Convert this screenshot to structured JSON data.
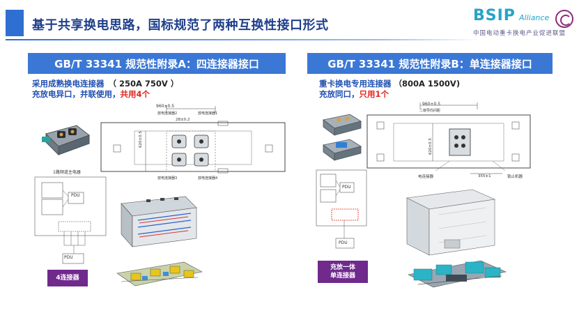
{
  "header": {
    "title": "基于共享换电思路，国标规范了两种互换性接口形式"
  },
  "logo": {
    "wordmark": "BSIP",
    "suffix": "Alliance",
    "org_name": "中国电动重卡换电产业促进联盟"
  },
  "panel_a": {
    "heading": "GB/T 33341 规范性附录A：四连接器接口",
    "line1_prefix": "采用成熟换电连接器",
    "line1_spec": "（ 250A 750V ）",
    "line2_prefix": "充放电异口，并联使用，",
    "line2_highlight": "共用4个",
    "drawing": {
      "dim_top": "960±0.5",
      "dim_inner": "28±0.2",
      "dim_side": "620±0.5",
      "labels": [
        "放电连接器2",
        "放电连接器1",
        "放电连接器3",
        "放电连接器4"
      ]
    },
    "photo_caption": "1路频道主电器",
    "schematic_block": "PDU",
    "schematic_block2": "PDU",
    "caption": "4连接器"
  },
  "panel_b": {
    "heading": "GB/T 33341 规范性附录B：单连接器接口",
    "line1_prefix": "重卡换电专用连接器",
    "line1_spec": "（800A 1500V)",
    "line2_prefix": "充放同口，",
    "line2_highlight": "只用1个",
    "drawing": {
      "dim_top": "960±0.5",
      "dim_sub": "二级导向间距",
      "dim_side": "620±0.5",
      "dim_bottom": "355±1",
      "label_left": "电连接器",
      "label_right": "锁止机器"
    },
    "schematic_block": "PDU",
    "schematic_block2": "PDU",
    "caption_line1": "充放一体",
    "caption_line2": "单连接器"
  },
  "colors": {
    "accent_blue": "#3b78d6",
    "title_blue": "#1f3f8a",
    "highlight_red": "#e0261b",
    "caption_purple": "#6f2a8c"
  }
}
